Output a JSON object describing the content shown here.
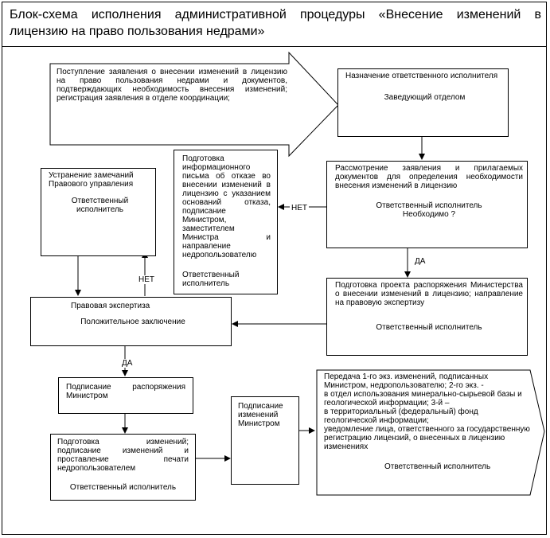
{
  "title": "Блок-схема исполнения административной процедуры «Внесение изменений в лицензию на право пользования недрами»",
  "nodes": {
    "receipt": "Поступление заявления о внесении изменений в лицензию на право пользования недрами и документов, подтверждающих необходимость внесения изменений; регистрация заявления в отделе координации;",
    "assign_title": "Назначение ответственного исполнителя",
    "assign_role": "Заведующий отделом",
    "review_title": "Рассмотрение заявления и прилагаемых документов для определения необходимости внесения изменений в лицензию",
    "review_role": "Ответственный исполнитель",
    "review_question": "Необходимо ?",
    "refusal_title": "Подготовка информационного письма об отказе во внесении изменений в лицензию с указанием оснований отказа, подписание Министром, заместителем Министра и направление недропользователю",
    "refusal_role": "Ответственный исполнитель",
    "fix_title": "Устранение замечаний Правового управления",
    "fix_role": "Ответственный исполнитель",
    "draft_title": "Подготовка проекта распоряжения Министерства о внесении изменений в лицензию; направление на правовую экспертизу",
    "draft_role": "Ответственный исполнитель",
    "legal_title": "Правовая экспертиза",
    "legal_result": "Положительное заключение",
    "sign_order": "Подписание распоряжения Министром",
    "prep_changes": "Подготовка изменений; подписание изменений и проставление печати недропользователем",
    "prep_role": "Ответственный исполнитель",
    "sign_changes": "Подписание изменений Министром",
    "transfer_1": "Передача 1-го экз. изменений, подписанных Министром, недропользователю; 2-го экз. -",
    "transfer_2": "в отдел использования минерально-сырьевой базы и геологической информации; 3-й –",
    "transfer_3": "в территориальный (федеральный) фонд геологической информации;",
    "transfer_4": "уведомление лица, ответственного за государственную регистрацию лицензий, о внесенных в лицензию изменениях",
    "transfer_role": "Ответственный исполнитель"
  },
  "edge_labels": {
    "no_review": "НЕТ",
    "yes_review": "ДА",
    "no_legal": "НЕТ",
    "yes_legal": "ДА"
  }
}
